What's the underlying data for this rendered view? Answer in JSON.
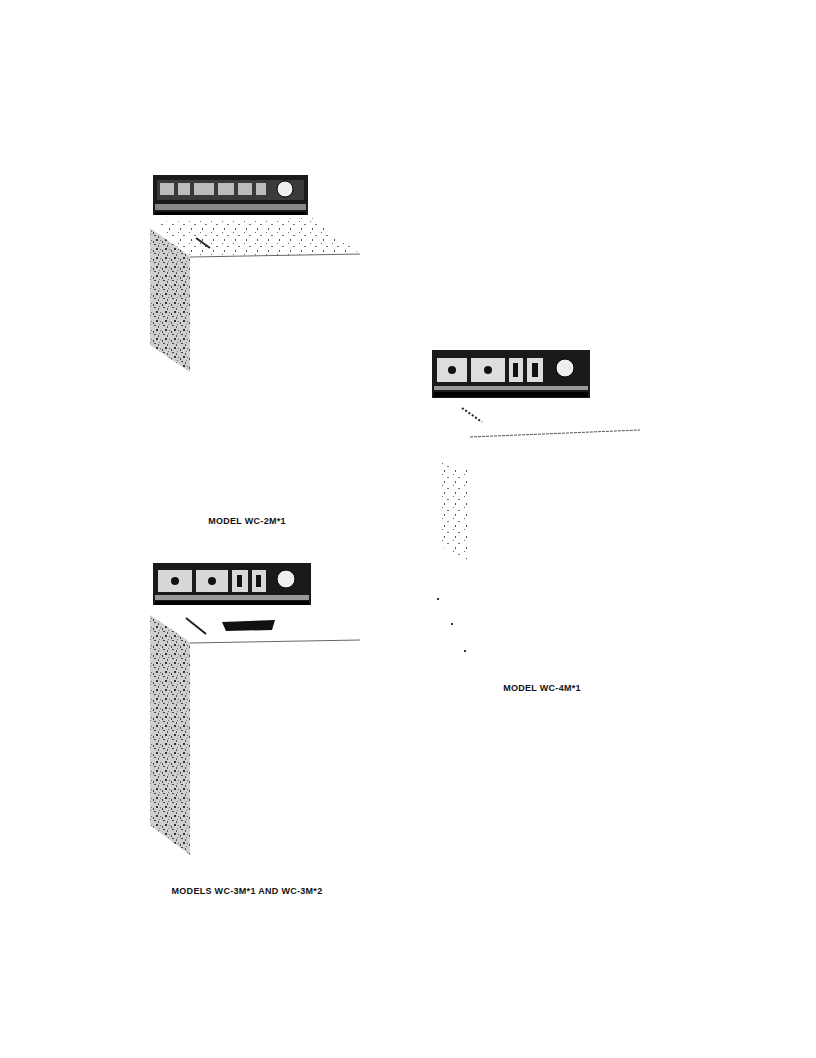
{
  "diagram": {
    "labels": [
      "MODEL WC-2M*1",
      "MODELS WC-3M*1 AND WC-3M*2",
      "MODEL WC-4M*1"
    ]
  }
}
